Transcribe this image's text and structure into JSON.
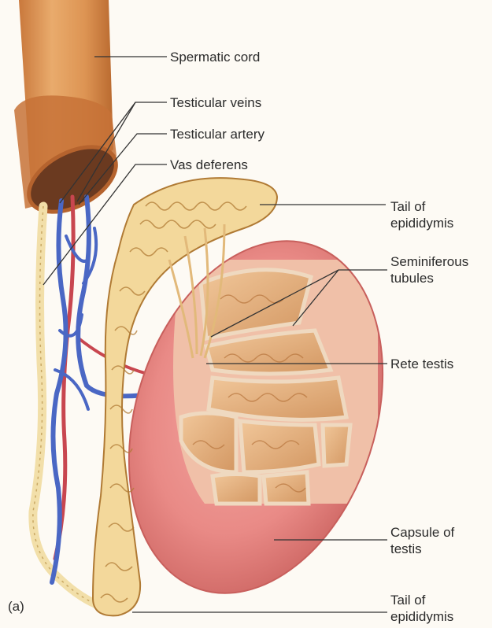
{
  "colors": {
    "background": "#fdfaf4",
    "cord_tan": "#d9904f",
    "cord_rim": "#b5632e",
    "vein_blue": "#4a67c4",
    "artery_red": "#c8464f",
    "vas_cream": "#f2dfa9",
    "epididymis_cream": "#f3d89b",
    "epididymis_outline": "#b07a34",
    "testis_pink": "#e98a86",
    "testis_dark": "#c85f5c",
    "tubule_tan": "#d7a06a",
    "leader_line": "#333333"
  },
  "labels": {
    "spermatic_cord": "Spermatic cord",
    "testicular_veins": "Testicular veins",
    "testicular_artery": "Testicular artery",
    "vas_deferens": "Vas deferens",
    "tail_top_line1": "Tail of",
    "tail_top_line2": "epididymis",
    "seminiferous_line1": "Seminiferous",
    "seminiferous_line2": "tubules",
    "rete_testis": "Rete testis",
    "capsule_line1": "Capsule of",
    "capsule_line2": "testis",
    "tail_bottom_line1": "Tail of",
    "tail_bottom_line2": "epididymis",
    "panel_letter": "(a)"
  }
}
